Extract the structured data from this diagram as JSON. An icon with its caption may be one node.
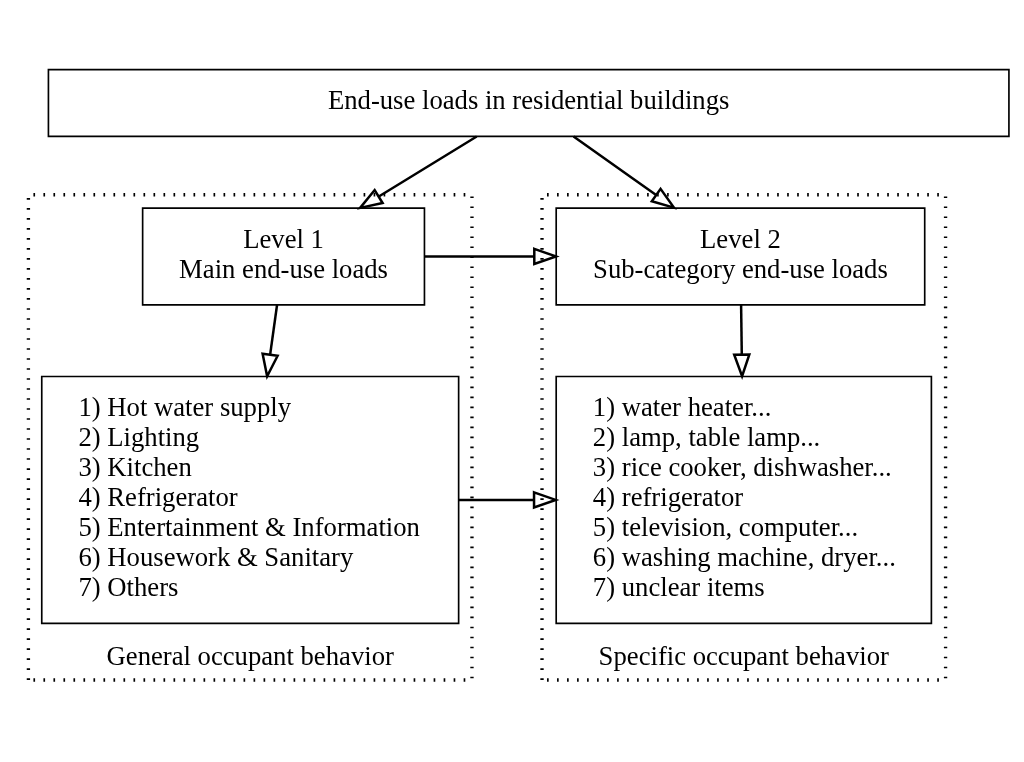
{
  "diagram": {
    "nodes": [
      {
        "text": [
          "End-use loads in residential buildings"
        ]
      },
      {
        "text": [
          "General occupant behavior"
        ]
      },
      {
        "text": [
          "Level 1",
          "Main end-use loads"
        ],
        "in": 1
      },
      {
        "text": [
          "1) Hot water supply",
          "2) Lighting",
          "3) Kitchen",
          "4) Refrigerator",
          "5) Entertainment & Information",
          "6) Housework & Sanitary",
          "7) Others"
        ],
        "in": 1
      },
      {
        "text": [
          "Specific occupant behavior"
        ]
      },
      {
        "text": [
          "Level 2",
          "Sub-category end-use loads"
        ],
        "in": 4
      },
      {
        "text": [
          "1) water heater...",
          "2) lamp, table lamp...",
          "3) rice cooker, dishwasher...",
          "4) refrigerator",
          "5) television, computer...",
          "6) washing machine, dryer...",
          "7) unclear items"
        ],
        "in": 4
      }
    ],
    "edges": [
      {
        "from": 0,
        "to": 2,
        "arrow": "to"
      },
      {
        "from": 0,
        "to": 5,
        "arrow": "to"
      },
      {
        "from": 2,
        "to": 5,
        "arrow": "to"
      },
      {
        "from": 2,
        "to": 3,
        "arrow": "to"
      },
      {
        "from": 5,
        "to": 6,
        "arrow": "to"
      },
      {
        "from": 3,
        "to": 6,
        "arrow": "to"
      }
    ]
  }
}
